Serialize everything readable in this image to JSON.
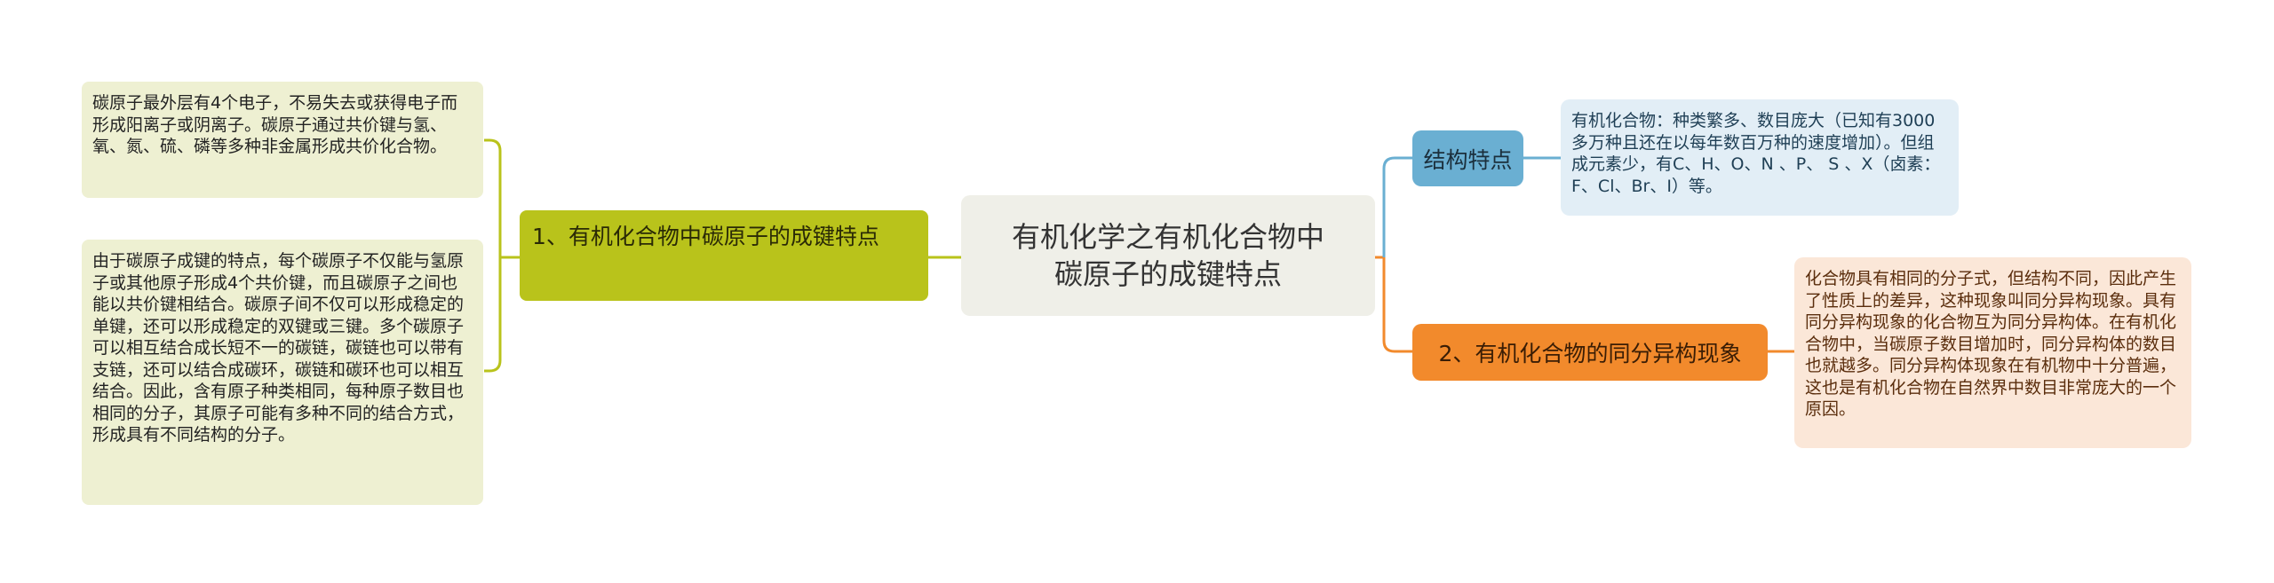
{
  "mindmap": {
    "root": {
      "label": "有机化学之有机化合物中碳原子的成键特点",
      "line1": "有机化学之有机化合物中",
      "line2": "碳原子的成键特点"
    },
    "branches": [
      {
        "id": "branch-1",
        "label": "1、有机化合物中碳原子的成键特点",
        "color": "#b9c31b",
        "side": "left",
        "children": [
          {
            "text": "碳原子最外层有4个电子，不易失去或获得电子而形成阳离子或阴离子。碳原子通过共价键与氢、氧、氮、硫、磷等多种非金属形成共价化合物。"
          },
          {
            "text": "由于碳原子成键的特点，每个碳原子不仅能与氢原子或其他原子形成4个共价键，而且碳原子之间也能以共价键相结合。碳原子间不仅可以形成稳定的单键，还可以形成稳定的双键或三键。多个碳原子可以相互结合成长短不一的碳链，碳链也可以带有支链，还可以结合成碳环，碳链和碳环也可以相互结合。因此，含有原子种类相同，每种原子数目也相同的分子，其原子可能有多种不同的结合方式，形成具有不同结构的分子。"
          }
        ]
      },
      {
        "id": "branch-structure",
        "label": "结构特点",
        "color": "#6aafd2",
        "side": "right",
        "children": [
          {
            "text": "有机化合物：种类繁多、数目庞大（已知有3000多万种且还在以每年数百万种的速度增加）。但组成元素少，有C、H、O、N 、P、 S 、X（卤素：F、Cl、Br、I）等。"
          }
        ]
      },
      {
        "id": "branch-2",
        "label": "2、有机化合物的同分异构现象",
        "color": "#f28a2c",
        "side": "right",
        "children": [
          {
            "text": "化合物具有相同的分子式，但结构不同，因此产生了性质上的差异，这种现象叫同分异构现象。具有同分异构现象的化合物互为同分异构体。在有机化合物中，当碳原子数目增加时，同分异构体的数目也就越多。同分异构体现象在有机物中十分普遍，这也是有机化合物在自然界中数目非常庞大的一个原因。"
          }
        ]
      }
    ],
    "colors": {
      "green_branch": "#b9c31b",
      "green_leaf_bg": "#eef0d2",
      "blue_branch": "#6aafd2",
      "blue_leaf_bg": "#e2eef6",
      "orange_branch": "#f28a2c",
      "orange_leaf_bg": "#fbe7d8",
      "root_bg": "#efefe8"
    }
  }
}
